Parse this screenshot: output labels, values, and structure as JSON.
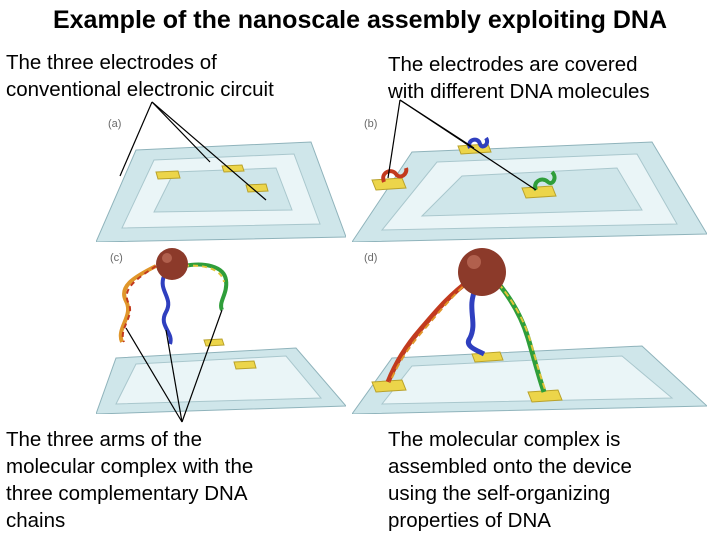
{
  "title": "Example of the nanoscale assembly exploiting DNA",
  "captions": {
    "top_left": "The three electrodes of\nconventional electronic circuit",
    "top_right": "The electrodes are covered\nwith different DNA molecules",
    "bottom_left": "The three arms of the\nmolecular complex with the\nthree complementary DNA\nchains",
    "bottom_right": "The molecular complex is\nassembled onto the device\nusing the self-organizing\nproperties of DNA"
  },
  "panels": {
    "a": "(a)",
    "b": "(b)",
    "c": "(c)",
    "d": "(d)"
  }
}
